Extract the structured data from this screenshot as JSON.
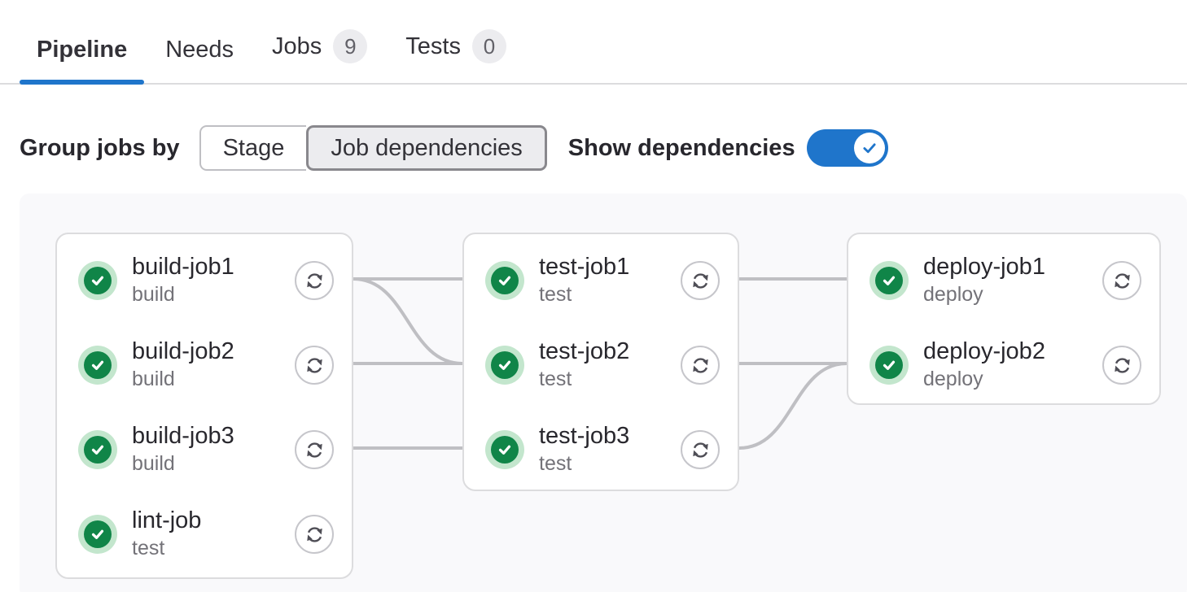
{
  "tabs": {
    "items": [
      {
        "label": "Pipeline",
        "active": true
      },
      {
        "label": "Needs",
        "active": false
      },
      {
        "label": "Jobs",
        "badge": "9",
        "active": false
      },
      {
        "label": "Tests",
        "badge": "0",
        "active": false
      }
    ]
  },
  "toolbar": {
    "group_jobs_by_label": "Group jobs by",
    "segmented": {
      "options": [
        {
          "label": "Stage",
          "selected": false
        },
        {
          "label": "Job dependencies",
          "selected": true
        }
      ]
    },
    "show_dependencies_label": "Show dependencies",
    "show_dependencies_enabled": true
  },
  "pipeline_graph": {
    "groups": [
      {
        "jobs": [
          {
            "name": "build-job1",
            "stage": "build",
            "status": "success",
            "action": "retry"
          },
          {
            "name": "build-job2",
            "stage": "build",
            "status": "success",
            "action": "retry"
          },
          {
            "name": "build-job3",
            "stage": "build",
            "status": "success",
            "action": "retry"
          },
          {
            "name": "lint-job",
            "stage": "test",
            "status": "success",
            "action": "retry"
          }
        ]
      },
      {
        "jobs": [
          {
            "name": "test-job1",
            "stage": "test",
            "status": "success",
            "action": "retry"
          },
          {
            "name": "test-job2",
            "stage": "test",
            "status": "success",
            "action": "retry"
          },
          {
            "name": "test-job3",
            "stage": "test",
            "status": "success",
            "action": "retry"
          }
        ]
      },
      {
        "jobs": [
          {
            "name": "deploy-job1",
            "stage": "deploy",
            "status": "success",
            "action": "retry"
          },
          {
            "name": "deploy-job2",
            "stage": "deploy",
            "status": "success",
            "action": "retry"
          }
        ]
      }
    ],
    "dependencies": [
      {
        "from": "build-job1",
        "to": "test-job1",
        "from_pos": [
          0,
          0
        ],
        "to_pos": [
          1,
          0
        ]
      },
      {
        "from": "build-job1",
        "to": "test-job2",
        "from_pos": [
          0,
          0
        ],
        "to_pos": [
          1,
          1
        ]
      },
      {
        "from": "build-job2",
        "to": "test-job2",
        "from_pos": [
          0,
          1
        ],
        "to_pos": [
          1,
          1
        ]
      },
      {
        "from": "build-job3",
        "to": "test-job3",
        "from_pos": [
          0,
          2
        ],
        "to_pos": [
          1,
          2
        ]
      },
      {
        "from": "test-job1",
        "to": "deploy-job1",
        "from_pos": [
          1,
          0
        ],
        "to_pos": [
          2,
          0
        ]
      },
      {
        "from": "test-job2",
        "to": "deploy-job2",
        "from_pos": [
          1,
          1
        ],
        "to_pos": [
          2,
          1
        ]
      },
      {
        "from": "test-job3",
        "to": "deploy-job2",
        "from_pos": [
          1,
          2
        ],
        "to_pos": [
          2,
          1
        ]
      }
    ]
  },
  "colors": {
    "accent_blue": "#1f75cb",
    "success_green": "#108548",
    "success_halo": "#c3e6cd",
    "edge_gray": "#bfbfc3",
    "badge_bg": "#ececef"
  }
}
